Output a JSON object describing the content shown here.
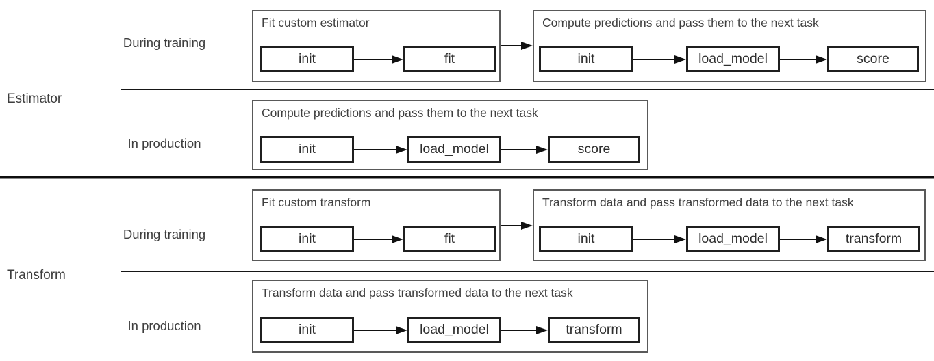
{
  "diagram": {
    "colors": {
      "ink": "#1a1a1a",
      "border_outer": "#595959",
      "border_inner": "#1f1f1f",
      "background": "#ffffff"
    },
    "sections": [
      {
        "label": "Estimator",
        "rows": [
          {
            "label": "During training",
            "groups": [
              {
                "title": "Fit custom estimator",
                "steps": [
                  "init",
                  "fit"
                ]
              },
              {
                "title": "Compute predictions and pass them to the next task",
                "steps": [
                  "init",
                  "load_model",
                  "score"
                ]
              }
            ]
          },
          {
            "label": "In production",
            "groups": [
              {
                "title": "Compute predictions and pass them to the next task",
                "steps": [
                  "init",
                  "load_model",
                  "score"
                ]
              }
            ]
          }
        ]
      },
      {
        "label": "Transform",
        "rows": [
          {
            "label": "During training",
            "groups": [
              {
                "title": "Fit custom transform",
                "steps": [
                  "init",
                  "fit"
                ]
              },
              {
                "title": "Transform data and pass transformed data to the next task",
                "steps": [
                  "init",
                  "load_model",
                  "transform"
                ]
              }
            ]
          },
          {
            "label": "In production",
            "groups": [
              {
                "title": "Transform data and pass transformed data to the next task",
                "steps": [
                  "init",
                  "load_model",
                  "transform"
                ]
              }
            ]
          }
        ]
      }
    ]
  }
}
